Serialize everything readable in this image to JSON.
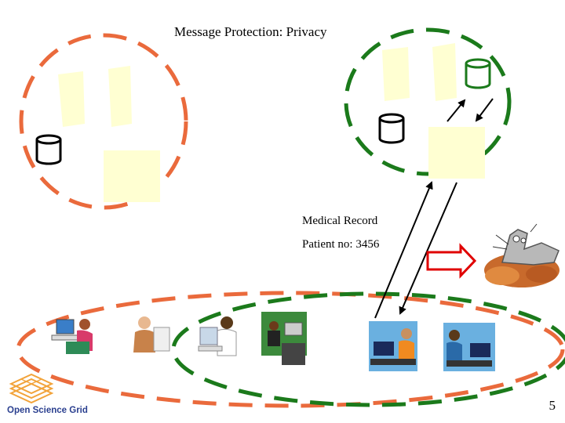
{
  "title": "Message Protection: Privacy",
  "record": {
    "heading": "Medical Record",
    "patient_line": "Patient no: 3456"
  },
  "logo_text": "Open Science Grid",
  "page_number": "5",
  "colors": {
    "orange_group": "#ea6a3c",
    "green_group": "#1b7a1b",
    "note": "#ffffd2",
    "attack_arrow": "#e00000",
    "logo": "#f2a33a"
  },
  "icons": [
    "database-icon",
    "person-at-computer-icon",
    "attacker-creature-icon",
    "open-science-grid-logo-icon"
  ]
}
